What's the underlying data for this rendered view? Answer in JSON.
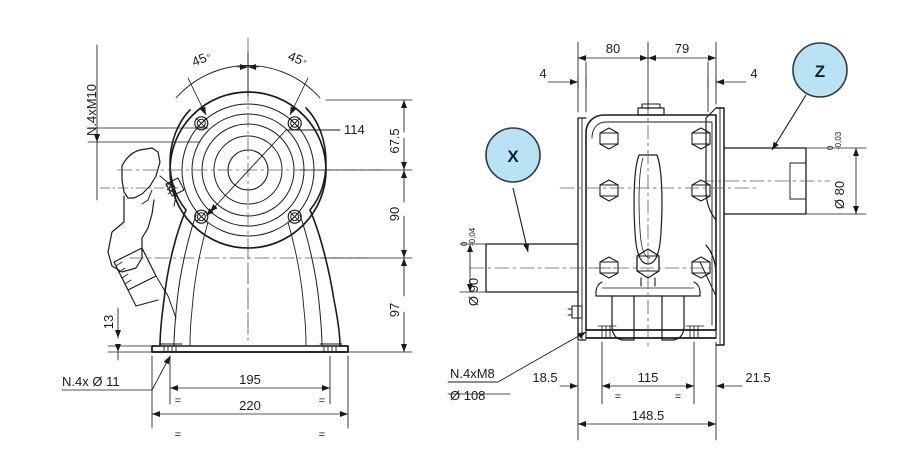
{
  "drawing": {
    "title": "Gearbox assembly dimensional drawing",
    "background_color": "#ffffff",
    "line_color": "#1b1b1b",
    "callout_fill": "#b9e3f4",
    "callout_stroke": "#2f3a40"
  },
  "views": {
    "left": {
      "name": "front-view",
      "labels": {
        "flange_bolts": "N.4xM10",
        "angle_left": "45",
        "angle_right": "45",
        "degree_symbol": "°",
        "bolt_circle": "114",
        "dim_height_top": "67.5",
        "dim_height_mid": "90",
        "dim_height_bottom": "97",
        "dim_base_thickness": "13",
        "base_holes": "N.4x Ø  11",
        "dim_base_inner": "195",
        "dim_base_outer": "220",
        "equal_mark": "="
      }
    },
    "right": {
      "name": "side-view",
      "labels": {
        "dim_top_left": "80",
        "dim_top_right": "79",
        "dim_edge_left": "4",
        "dim_edge_right": "4",
        "shaft_out_dia": "Ø 80",
        "shaft_out_tol_upper": "0",
        "shaft_out_tol_lower": "-0,03",
        "shaft_in_dia": "Ø 90",
        "shaft_in_tol_upper": "0",
        "shaft_in_tol_lower": "-0,04",
        "foot_bolts_line1": "N.4xM8",
        "foot_bolts_line2": "Ø  108",
        "dim_left_offset": "18.5",
        "dim_center": "115",
        "dim_right_offset": "21.5",
        "dim_total_width": "148.5",
        "equal_mark": "="
      }
    }
  },
  "callouts": [
    {
      "id": "X",
      "label": "X",
      "name": "detail-callout-x"
    },
    {
      "id": "Z",
      "label": "Z",
      "name": "detail-callout-z"
    }
  ]
}
